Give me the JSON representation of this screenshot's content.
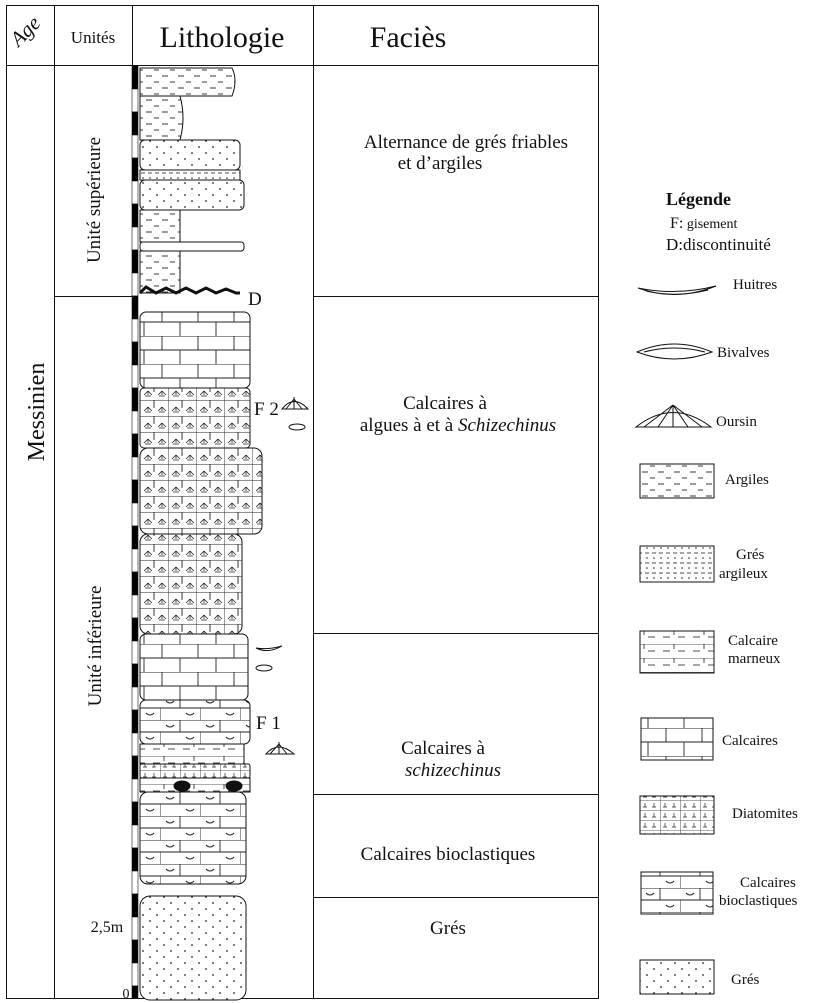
{
  "headers": {
    "age": "Age",
    "unites": "Unités",
    "lithologie": "Lithologie",
    "facies": "Faciès"
  },
  "age_label": "Messinien",
  "units": {
    "superieure": "Unité supérieure",
    "inferieure": "Unité inférieure"
  },
  "scale": {
    "mark": "2,5m",
    "zero": "0"
  },
  "markers": {
    "discontinuity": "D",
    "f2": "F 2",
    "f1": "F 1"
  },
  "facies": {
    "f1_line1": "Alternance de grés friables",
    "f1_line2": "et d’argiles",
    "f2_line1": "Calcaires à",
    "f2_line2": "algues à et à ",
    "f2_italic": "Schizechinus",
    "f3_line1": "Calcaires à",
    "f3_italic": "schizechinus",
    "f4": "Calcaires bioclastiques",
    "f5": "Grés"
  },
  "legend": {
    "title": "Légende",
    "f_prefix": "F:",
    "f_text": " gisement",
    "d_text": "D:discontinuité",
    "huitres": "Huitres",
    "bivalves": "Bivalves",
    "oursin": "Oursin",
    "argiles": "Argiles",
    "gres_argileux_1": "Grés",
    "gres_argileux_2": "argileux",
    "calcaire_marneux_1": "Calcaire",
    "calcaire_marneux_2": "marneux",
    "calcaires": "Calcaires",
    "diatomites": "Diatomites",
    "bioclastiques_1": "Calcaires",
    "bioclastiques_2": "bioclastiques",
    "gres": "Grés"
  }
}
